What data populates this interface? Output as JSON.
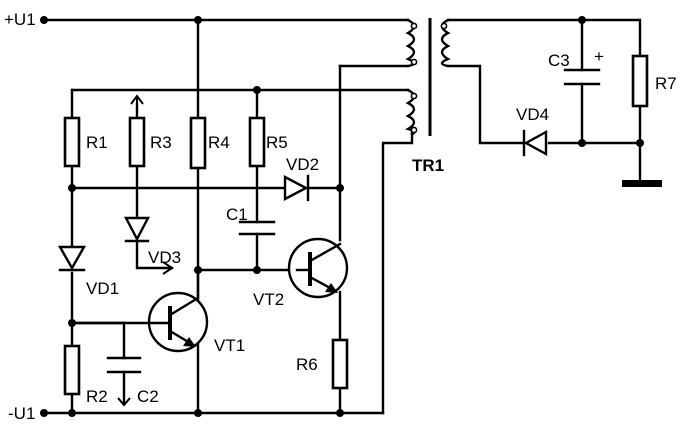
{
  "labels": {
    "supply_pos": "+U1",
    "supply_neg": "-U1",
    "r1": "R1",
    "r2": "R2",
    "r3": "R3",
    "r4": "R4",
    "r5": "R5",
    "r6": "R6",
    "r7": "R7",
    "c1": "C1",
    "c2": "C2",
    "c3": "C3",
    "c3_polarity": "+",
    "vd1": "VD1",
    "vd2": "VD2",
    "vd3": "VD3",
    "vd4": "VD4",
    "vt1": "VT1",
    "vt2": "VT2",
    "tr1": "TR1"
  }
}
